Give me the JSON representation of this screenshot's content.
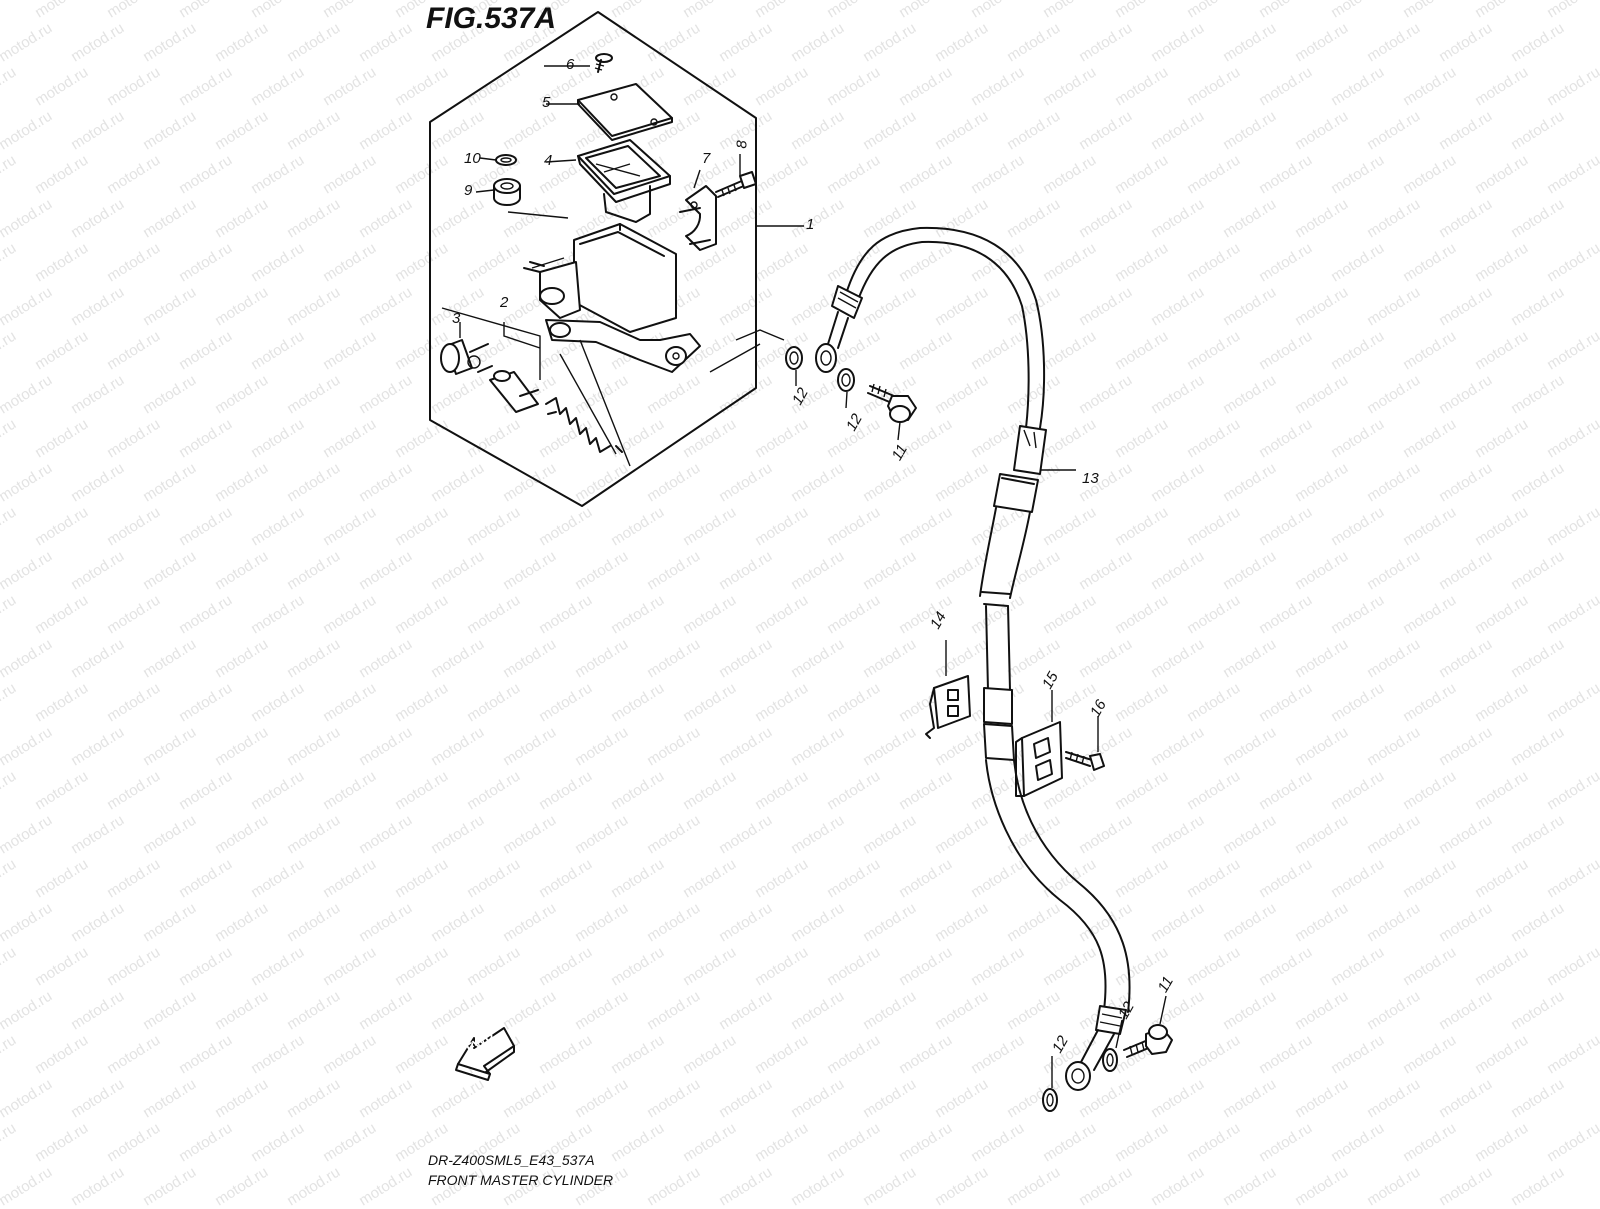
{
  "figure": {
    "title": "FIG.537A",
    "model_code": "DR-Z400SML5_E43_537A",
    "caption": "FRONT MASTER CYLINDER",
    "watermark": "motod.ru",
    "fwd_label": "FWD"
  },
  "callouts": [
    {
      "id": "c6",
      "label": "6"
    },
    {
      "id": "c5",
      "label": "5"
    },
    {
      "id": "c10",
      "label": "10"
    },
    {
      "id": "c4",
      "label": "4"
    },
    {
      "id": "c9",
      "label": "9"
    },
    {
      "id": "c7",
      "label": "7"
    },
    {
      "id": "c8",
      "label": "8"
    },
    {
      "id": "c1",
      "label": "1"
    },
    {
      "id": "c3",
      "label": "3"
    },
    {
      "id": "c2",
      "label": "2"
    },
    {
      "id": "c12a",
      "label": "12"
    },
    {
      "id": "c12b",
      "label": "12"
    },
    {
      "id": "c11a",
      "label": "11"
    },
    {
      "id": "c13",
      "label": "13"
    },
    {
      "id": "c14",
      "label": "14"
    },
    {
      "id": "c15",
      "label": "15"
    },
    {
      "id": "c16",
      "label": "16"
    },
    {
      "id": "c11b",
      "label": "11"
    },
    {
      "id": "c12c",
      "label": "12"
    },
    {
      "id": "c12d",
      "label": "12"
    }
  ],
  "colors": {
    "line": "#111111",
    "watermark": "#e3e3e3",
    "background": "#ffffff"
  }
}
